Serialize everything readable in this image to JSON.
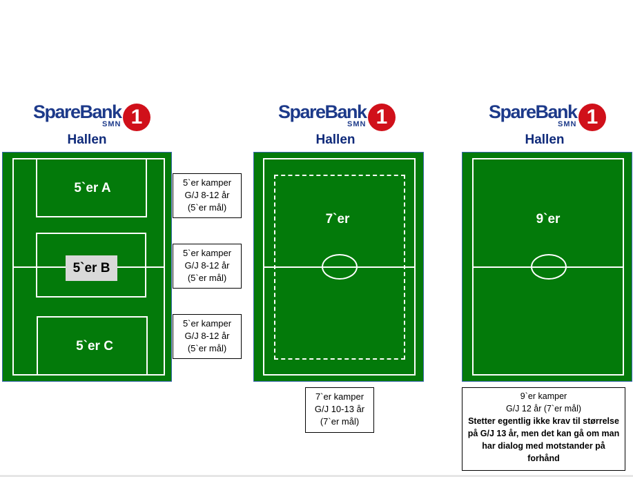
{
  "logo": {
    "brand": "SpareBank",
    "sub": "SMN",
    "mark": "1"
  },
  "venues": [
    {
      "title": "Hallen",
      "fields": [
        "5`er A",
        "5`er B",
        "5`er C"
      ],
      "notes": [
        {
          "l1": "5`er kamper",
          "l2": "G/J 8-12 år",
          "l3": "(5`er mål)"
        },
        {
          "l1": "5`er kamper",
          "l2": "G/J 8-12 år",
          "l3": "(5`er mål)"
        },
        {
          "l1": "5`er kamper",
          "l2": "G/J 8-12 år",
          "l3": "(5`er mål)"
        }
      ]
    },
    {
      "title": "Hallen",
      "field": "7`er",
      "note": {
        "l1": "7`er kamper",
        "l2": "G/J 10-13 år",
        "l3": "(7`er mål)"
      }
    },
    {
      "title": "Hallen",
      "field": "9`er",
      "note": {
        "l1": "9`er kamper",
        "l2": "G/J 12 år (7`er mål)",
        "bold": "Stetter egentlig ikke krav til størrelse på G/J 13 år, men det kan gå om man har dialog med motstander på forhånd"
      }
    }
  ],
  "colors": {
    "pitch": "#037a0a",
    "brand": "#1d3a8a",
    "logo_red": "#d0101a"
  }
}
